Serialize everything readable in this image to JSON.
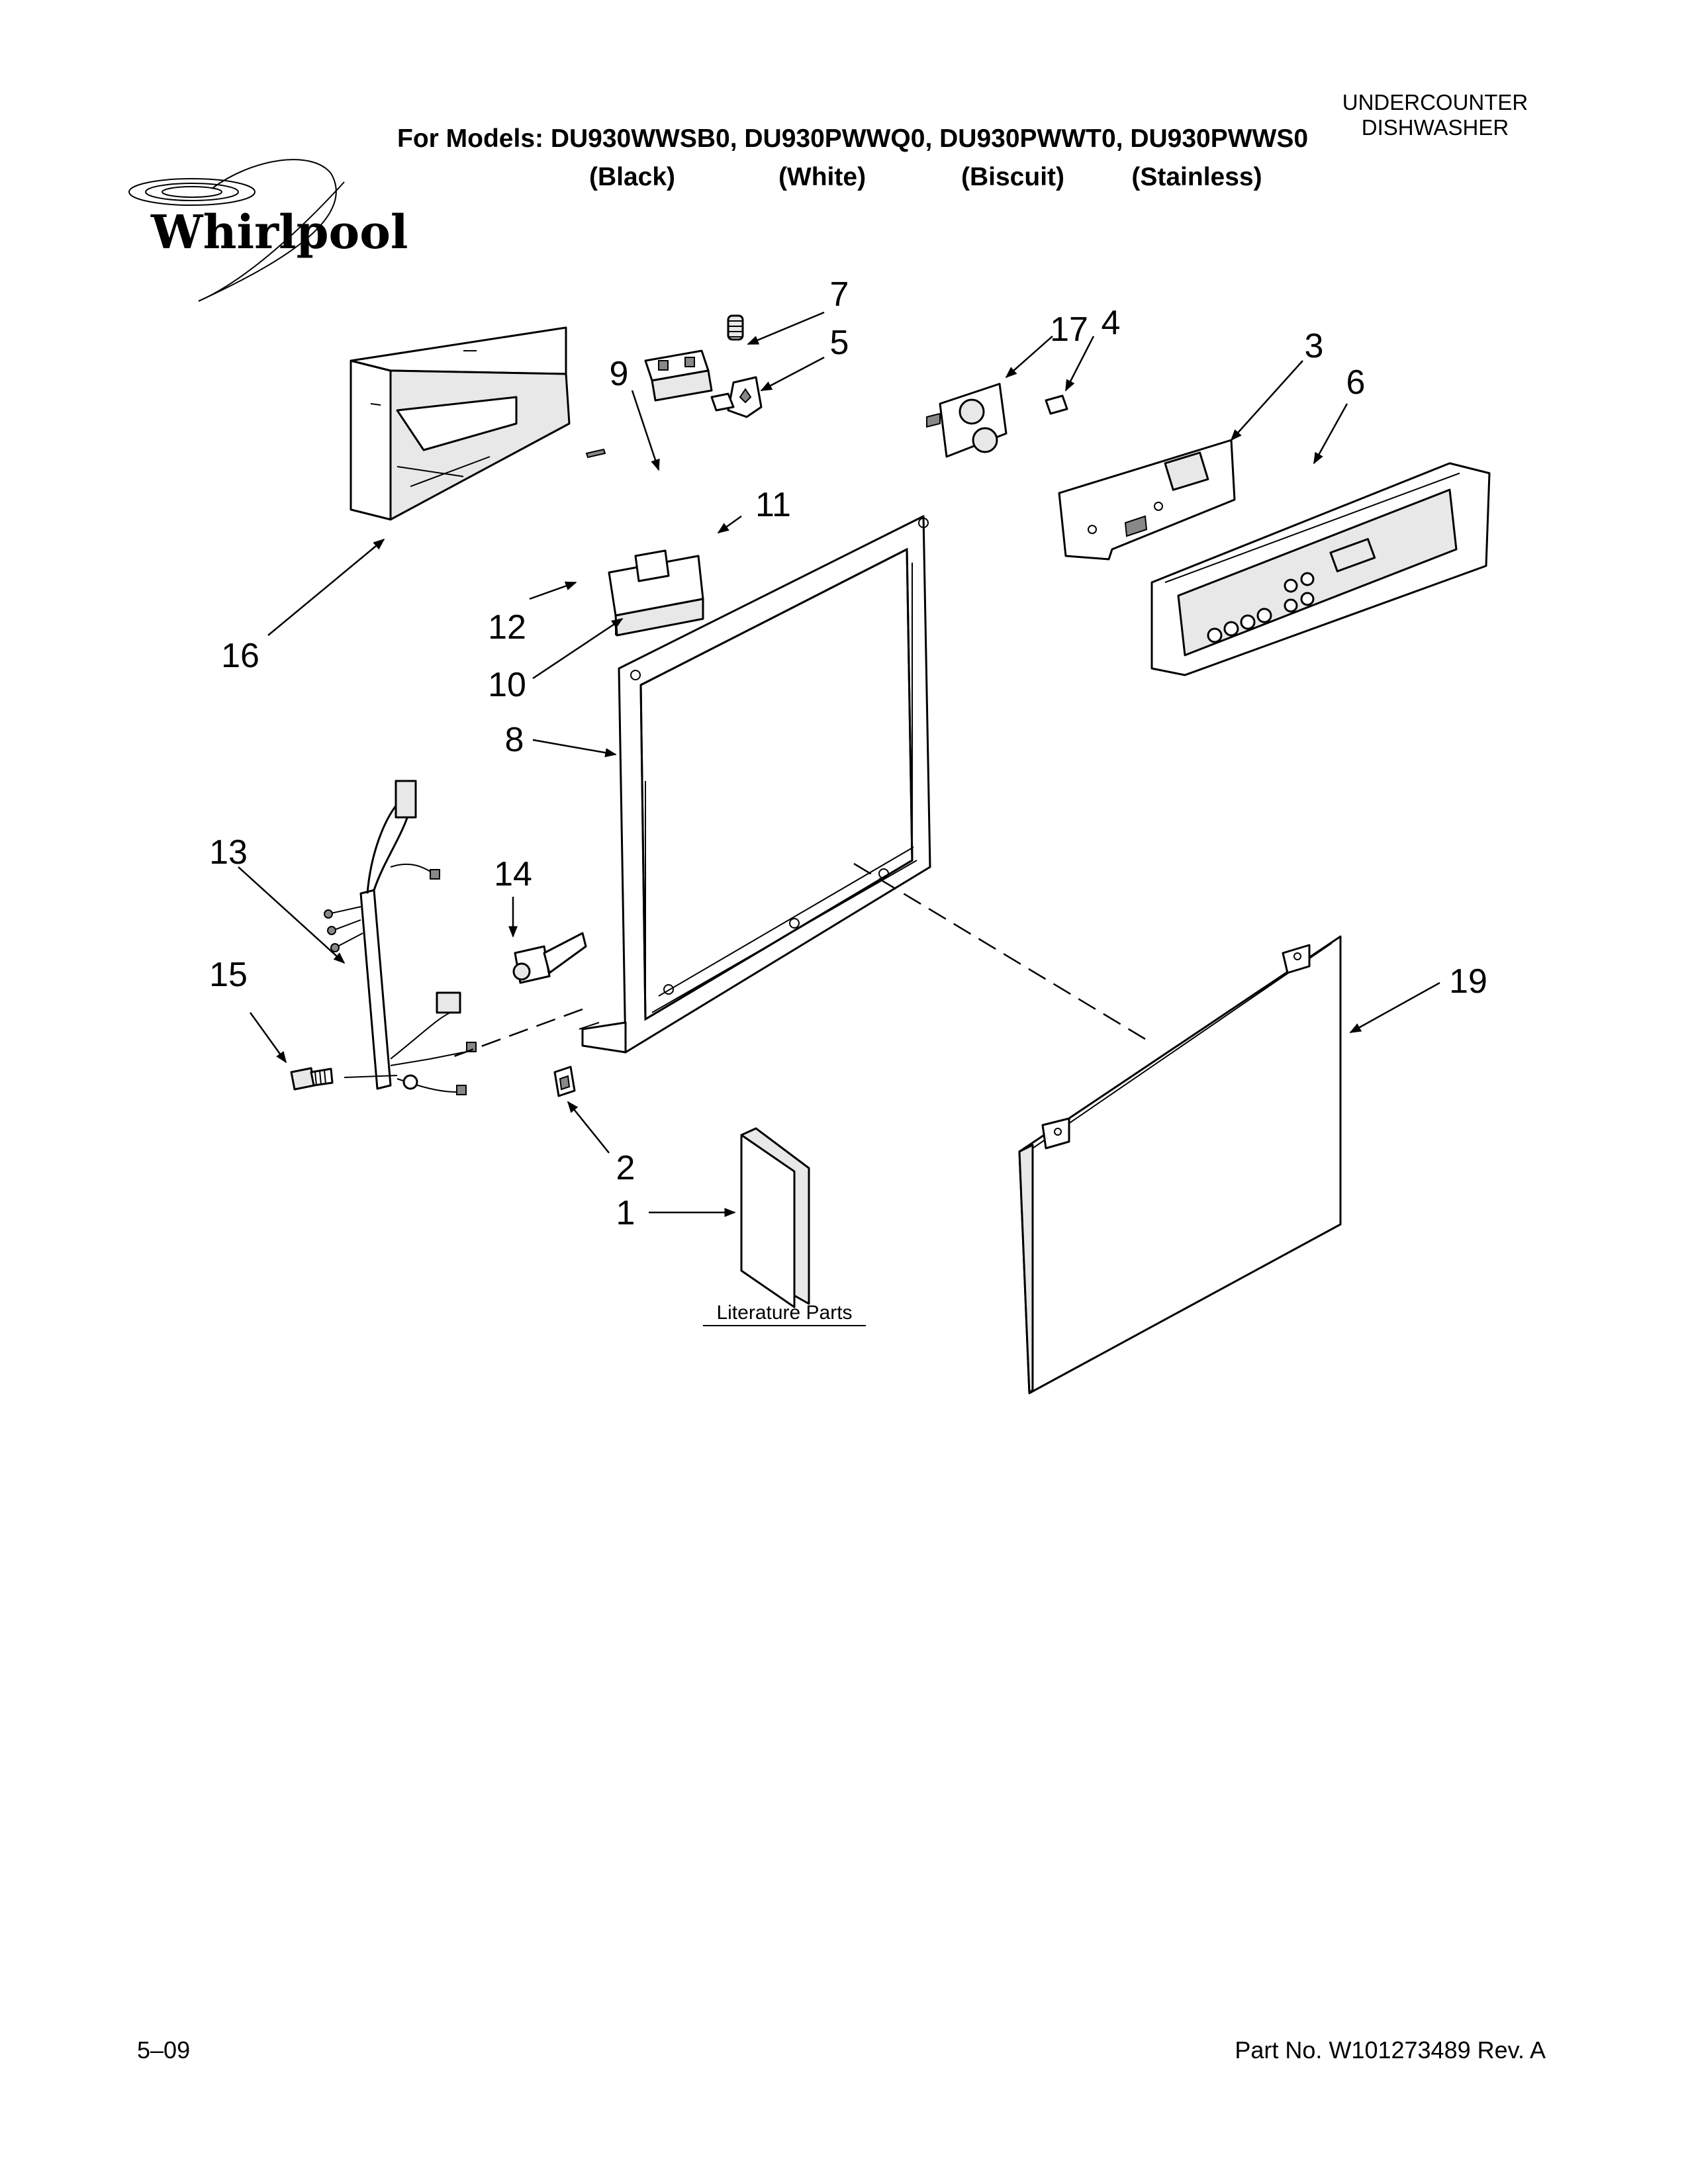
{
  "header": {
    "category_line1": "UNDERCOUNTER",
    "category_line2": "DISHWASHER",
    "models_line": "For Models: DU930WWSB0, DU930PWWQ0, DU930PWWT0, DU930PWWS0",
    "color_black": "(Black)",
    "color_white": "(White)",
    "color_biscuit": "(Biscuit)",
    "color_stainless": "(Stainless)"
  },
  "logo": {
    "brand": "Whirlpool",
    "icon": "whirlpool-swirl-icon"
  },
  "callouts": {
    "c1": "1",
    "c2": "2",
    "c3": "3",
    "c4": "4",
    "c5": "5",
    "c6": "6",
    "c7": "7",
    "c8": "8",
    "c9": "9",
    "c10": "10",
    "c11": "11",
    "c12": "12",
    "c13": "13",
    "c14": "14",
    "c15": "15",
    "c16": "16",
    "c17": "17",
    "c19": "19"
  },
  "literature_label": "Literature Parts",
  "footer": {
    "date": "5–09",
    "part_number": "Part No. W101273489 Rev. A"
  }
}
